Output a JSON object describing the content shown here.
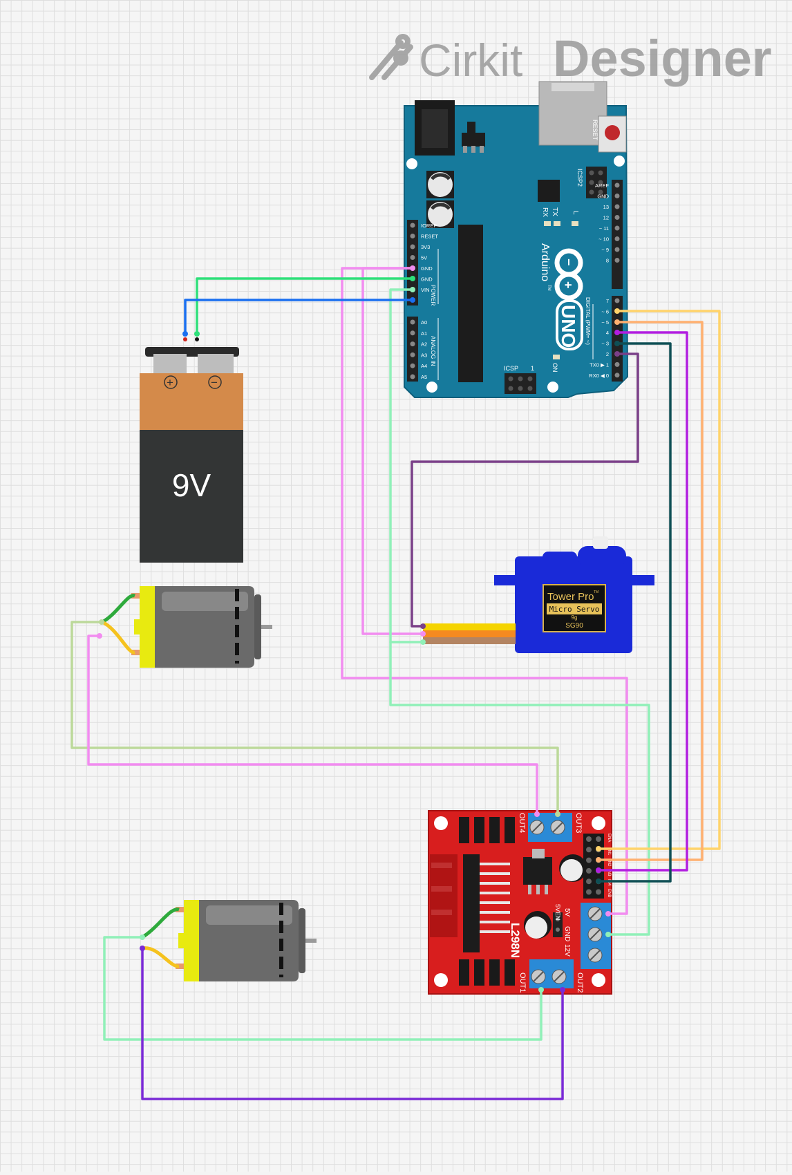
{
  "brand": {
    "name_left": "Cirkit",
    "name_right": "Designer"
  },
  "arduino": {
    "model": "UNO",
    "maker": "Arduino",
    "tm": "TM",
    "reset": "RESET",
    "icsp": "ICSP",
    "icsp2": "ICSP2",
    "icsp_one": "1",
    "tx": "TX",
    "rx": "RX",
    "l": "L",
    "on": "ON",
    "power_header": "POWER",
    "analog_header": "ANALOG IN",
    "digital_header": "DIGITAL (PWM= ~)",
    "power_pins": [
      "IOREF",
      "RESET",
      "3V3",
      "5V",
      "GND",
      "GND",
      "VIN"
    ],
    "analog_pins": [
      "A0",
      "A1",
      "A2",
      "A3",
      "A4",
      "A5"
    ],
    "digital_top": [
      "AREF",
      "GND",
      "13",
      "12",
      "~ 11",
      "~ 10",
      "~ 9",
      "8"
    ],
    "digital_bottom": [
      "7",
      "~ 6",
      "~ 5",
      "4",
      "~ 3",
      "2",
      "TX0 ▶ 1",
      "RX0 ◀ 0"
    ]
  },
  "battery": {
    "voltage": "9V",
    "plus": "+",
    "minus": "−"
  },
  "servo": {
    "brand": "Tower Pro",
    "tm": "TM",
    "line1": "Micro Servo",
    "line2": "9g",
    "model": "SG90"
  },
  "driver": {
    "chip": "L298N",
    "out1": "OUT1",
    "out2": "OUT2",
    "out3": "OUT3",
    "out4": "OUT4",
    "v12": "12V",
    "gnd": "GND",
    "v5": "5V",
    "v5en": "5VEN",
    "ena": "ENA",
    "enb": "ENB",
    "in1": "IN1",
    "in2": "IN2",
    "in3": "IN3",
    "in4": "IN4"
  },
  "colors": {
    "pink": "#f28cf0",
    "mint": "#90f0b8",
    "green": "#2ee07a",
    "blue": "#1a6ff0",
    "yellow": "#ffd36b",
    "orange": "#ffb070",
    "magenta": "#b21ee0",
    "teal": "#0f4f55",
    "plum": "#7a3f88",
    "sage": "#bcd99a",
    "violet": "#7a2ad6",
    "board": "#167a9c",
    "driver_red": "#d81e1e",
    "servo_blue": "#1a2ad8"
  }
}
